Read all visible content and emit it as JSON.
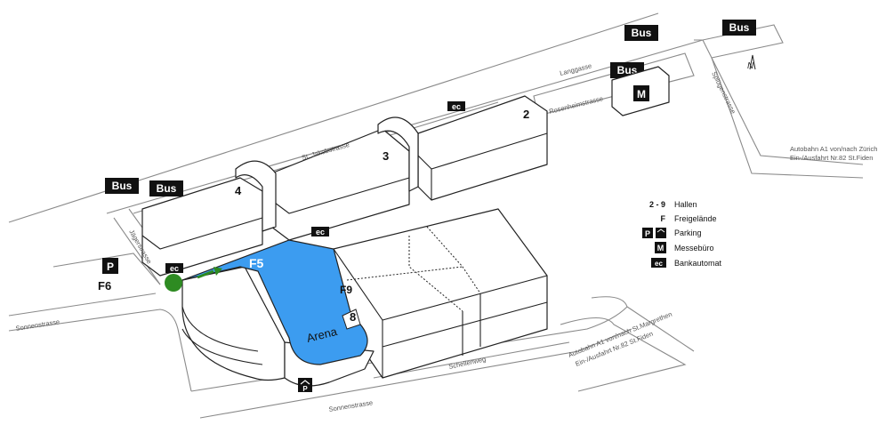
{
  "streets": {
    "langgasse": "Langgasse",
    "rosenheimstrasse": "Rosenheimstrasse",
    "st_jakobstrasse": "St. Jakobstrasse",
    "splugenstrasse": "Splügenstrasse",
    "jaegerstrasse": "Jägerstrasse",
    "sonnenstrasse_left": "Sonnenstrasse",
    "sonnenstrasse_bottom": "Sonnenstrasse",
    "schellenweg": "Schellenweg",
    "autobahn_east_1": "Autobahn A1 von/nach Zürich",
    "autobahn_east_2": "Ein-/Ausfahrt Nr.82 St.Fiden",
    "autobahn_south_1": "Autobahn A1 von/nach St.Margrethen",
    "autobahn_south_2": "Ein-/Ausfahrt Nr.82 St.Fiden"
  },
  "labels": {
    "bus": "Bus",
    "parking": "P",
    "messebuero": "M",
    "ec": "ec",
    "f5": "F5",
    "f6": "F6",
    "f9": "F9",
    "arena": "Arena",
    "north": "N"
  },
  "halls": {
    "h2": "2",
    "h3": "3",
    "h4": "4",
    "h8": "8"
  },
  "legend": [
    {
      "key": "2 - 9",
      "label": "Hallen"
    },
    {
      "key": "F",
      "label": "Freigelände"
    },
    {
      "key": "P",
      "label": "Parking"
    },
    {
      "key": "M",
      "label": "Messebüro"
    },
    {
      "key": "ec",
      "label": "Bankautomat"
    }
  ],
  "colors": {
    "arena_fill": "#3c9cf0",
    "entrance_dot": "#2e8b22",
    "arrow": "#2e8b22",
    "badge": "#111111"
  },
  "icons": {
    "north": "north-arrow-icon",
    "entrance": "entrance-dot-icon",
    "covered_parking": "covered-parking-icon",
    "direction": "direction-arrow-icon"
  }
}
